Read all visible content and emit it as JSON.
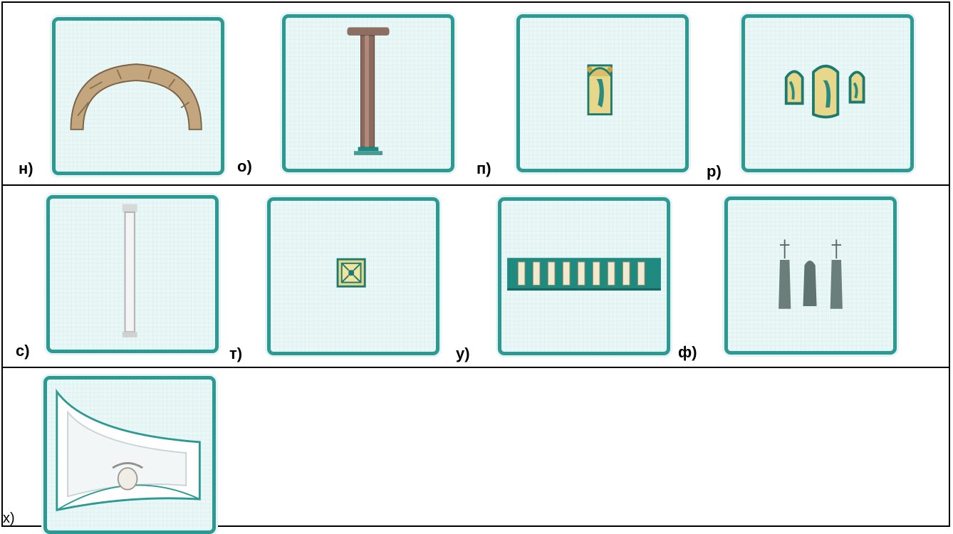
{
  "labels": {
    "n": "н)",
    "o": "о)",
    "p": "п)",
    "r": "р)",
    "s": "с)",
    "t": "т)",
    "u": "у)",
    "f": "ф)",
    "h": "х)"
  },
  "icons": {
    "n": "arch-icon",
    "o": "column-icon",
    "p": "stained-glass-window-icon",
    "r": "triple-window-icon",
    "s": "pilaster-icon",
    "t": "ornament-tile-icon",
    "u": "balustrade-frieze-icon",
    "f": "cross-statues-icon",
    "h": "vault-sail-icon"
  },
  "colors": {
    "frame": "#2c9a92",
    "card_bg": "#eaf7f7",
    "border": "#000000"
  }
}
